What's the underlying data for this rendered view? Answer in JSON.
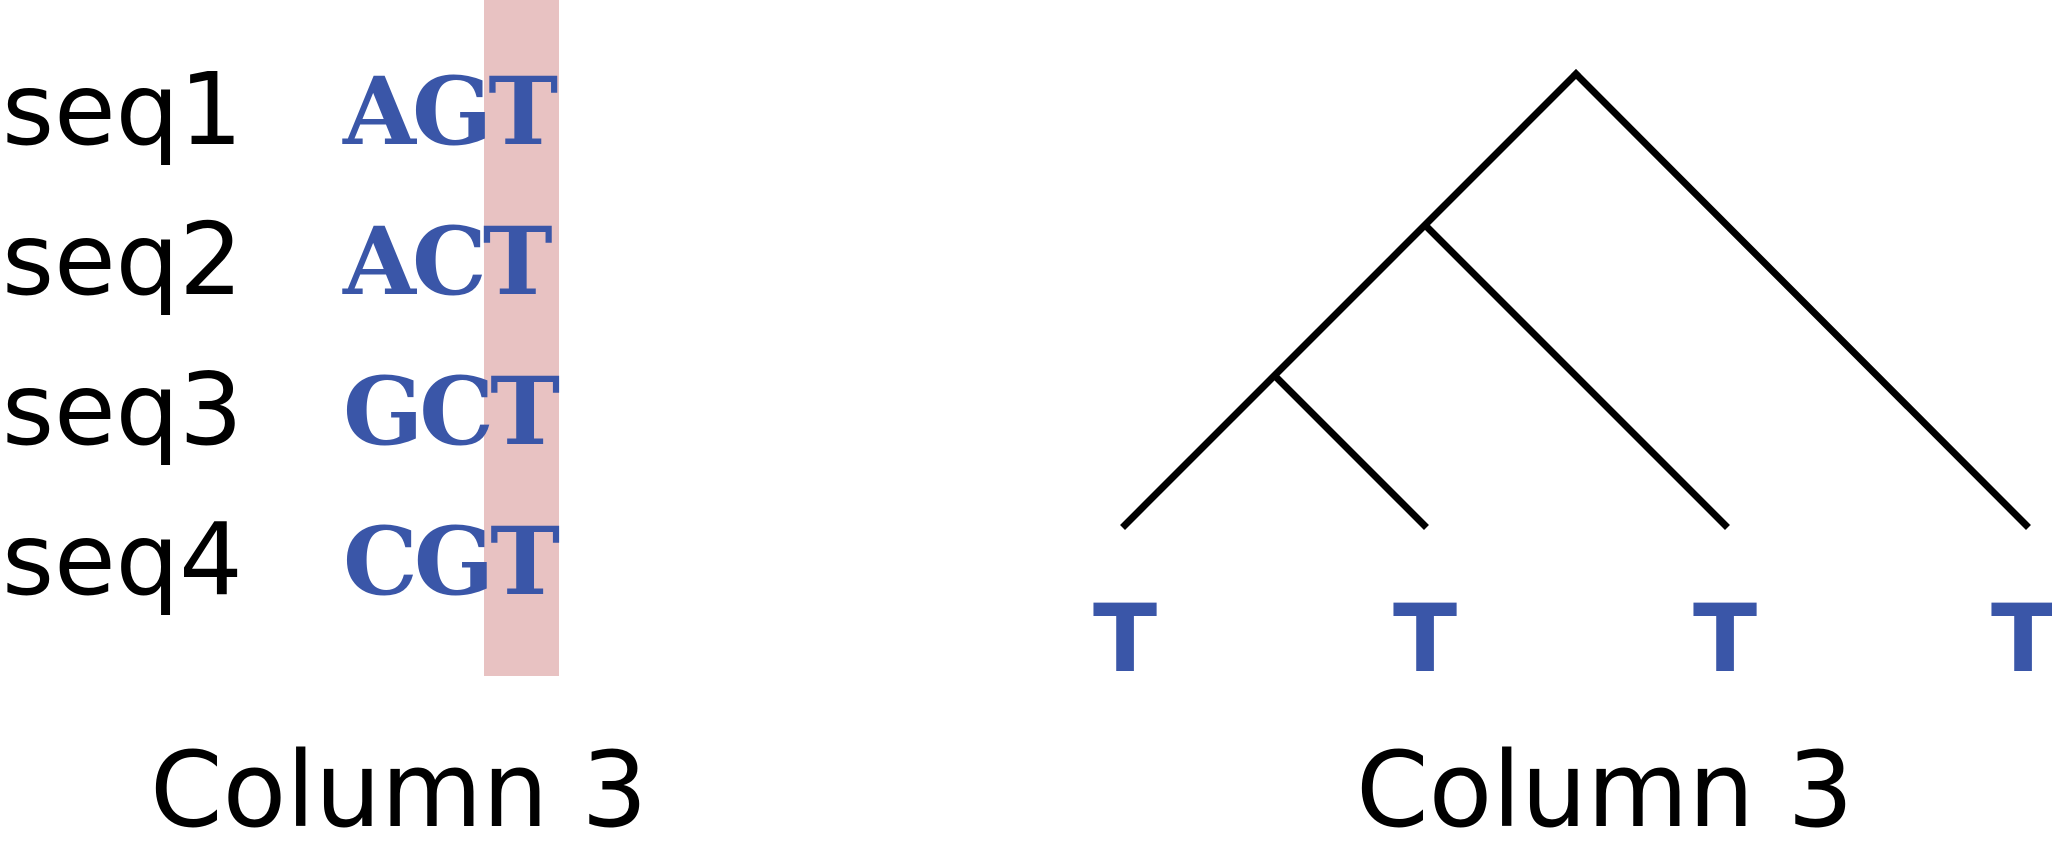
{
  "alignment": {
    "sequences": [
      {
        "name": "seq1",
        "residues": [
          "A",
          "G",
          "T"
        ]
      },
      {
        "name": "seq2",
        "residues": [
          "A",
          "C",
          "T"
        ]
      },
      {
        "name": "seq3",
        "residues": [
          "G",
          "C",
          "T"
        ]
      },
      {
        "name": "seq4",
        "residues": [
          "C",
          "G",
          "T"
        ]
      }
    ],
    "highlighted_column": 3,
    "caption": "Column 3"
  },
  "tree": {
    "leaves": [
      "T",
      "T",
      "T",
      "T"
    ],
    "topology": "(((leaf1,leaf2),leaf3),leaf4)",
    "caption": "Column 3"
  },
  "colors": {
    "residue": "#3a56a8",
    "highlight": "#e8c2c2",
    "branch": "#000000"
  }
}
